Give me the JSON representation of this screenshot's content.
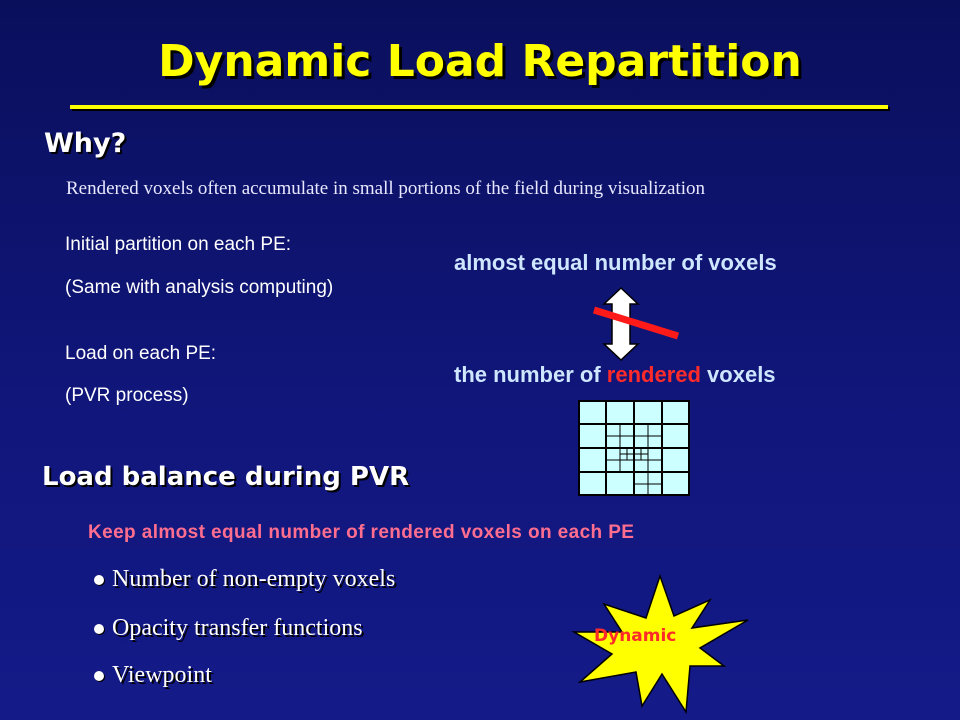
{
  "slide": {
    "title": "Dynamic Load Repartition"
  },
  "why": {
    "heading": "Why?",
    "reason": "Rendered voxels often accumulate in small portions of the field during visualization"
  },
  "comparison": {
    "initial_line1": "Initial partition on each PE:",
    "initial_line2": "(Same with analysis computing)",
    "load_line1": "Load on each PE:",
    "load_line2": "(PVR process)",
    "equal_label": "almost equal number of voxels",
    "rendered_prefix": "the number of ",
    "rendered_word": "rendered",
    "rendered_suffix": " voxels"
  },
  "balance": {
    "heading": "Load balance during PVR",
    "goal": "Keep almost equal number of rendered voxels on each PE",
    "bullets": [
      "Number of non-empty voxels",
      "Opacity transfer functions",
      "Viewpoint"
    ],
    "burst_label": "Dynamic"
  },
  "colors": {
    "title": "#ffff00",
    "accent_pink": "#ff6e8f",
    "rendered_red": "#ff2a2a",
    "grid_fill": "#ccffff",
    "burst_fill": "#ffff00"
  }
}
